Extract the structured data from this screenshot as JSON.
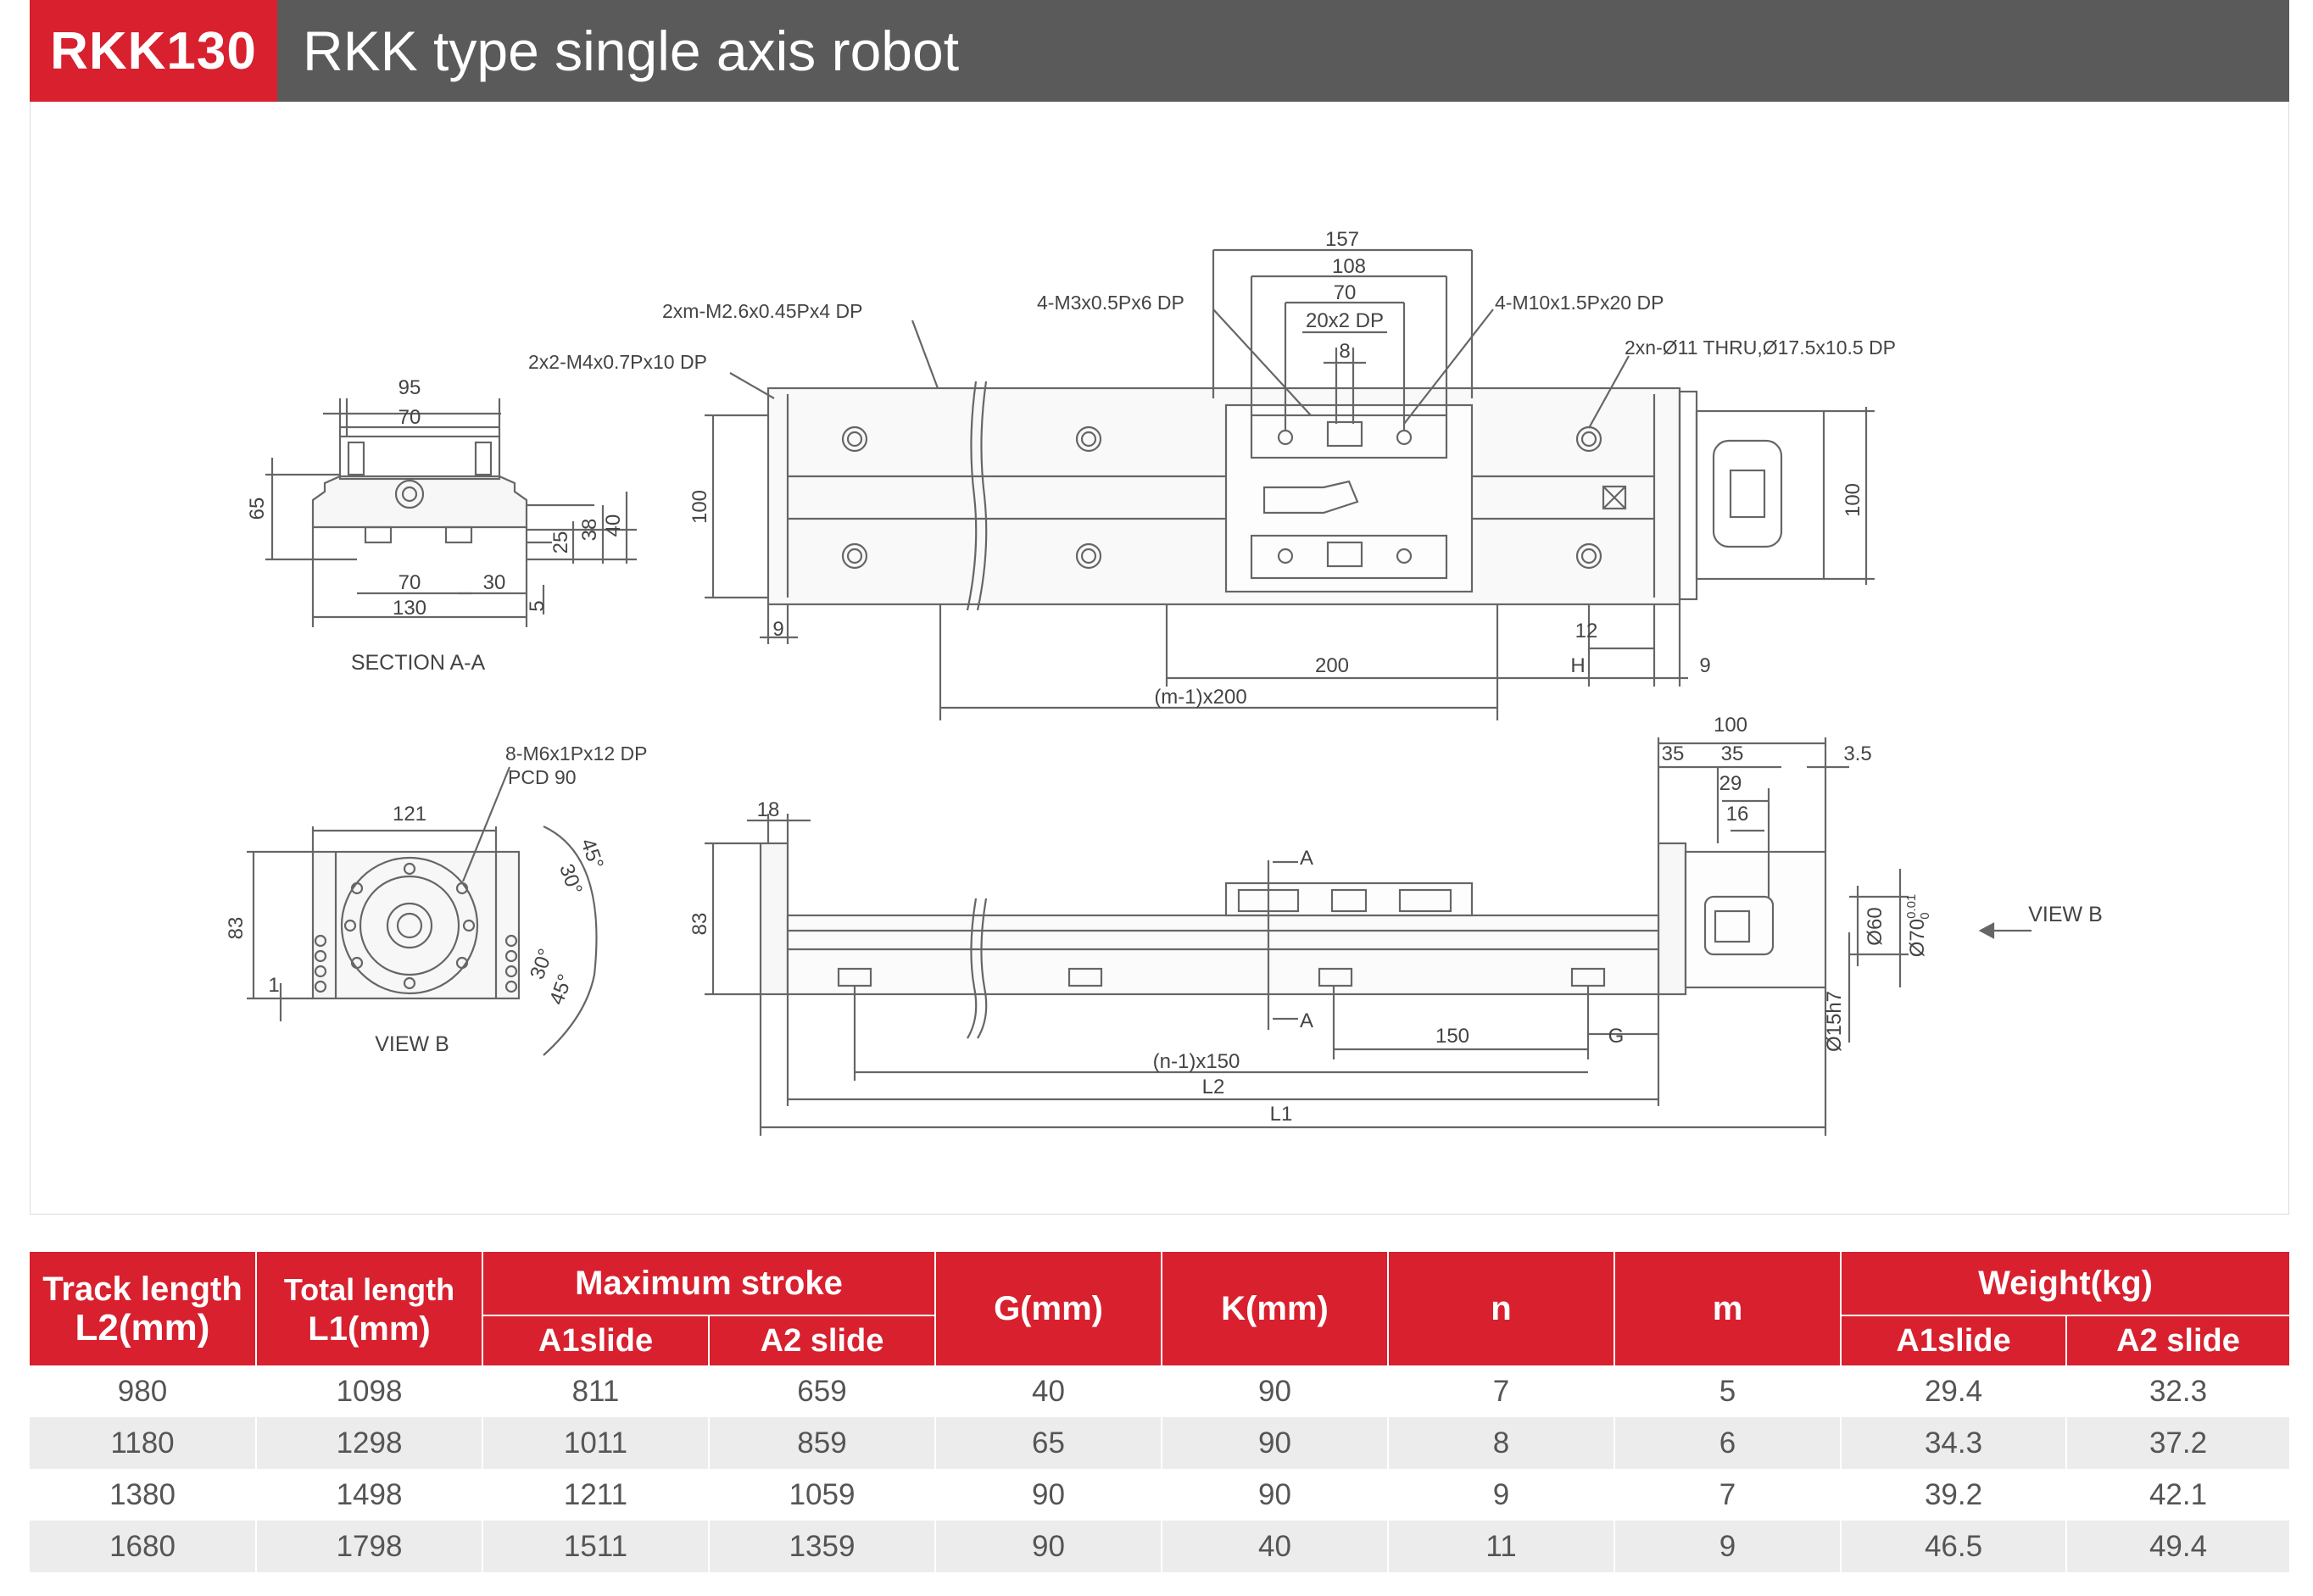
{
  "header": {
    "model": "RKK130",
    "title": "RKK type single axis robot"
  },
  "drawing": {
    "section_aa": {
      "caption": "SECTION A-A",
      "dims": [
        "95",
        "70",
        "65",
        "25",
        "38",
        "40",
        "70",
        "30",
        "130",
        "5"
      ]
    },
    "top_view": {
      "dims": [
        "157",
        "108",
        "70",
        "20x2 DP",
        "8",
        "100",
        "100",
        "9",
        "200",
        "12",
        "H",
        "9",
        "(m-1)x200"
      ],
      "callouts": [
        "2xm-M2.6x0.45Px4 DP",
        "2x2-M4x0.7Px10 DP",
        "4-M3x0.5Px6 DP",
        "4-M10x1.5Px20 DP",
        "2xn-Ø11 THRU,Ø17.5x10.5 DP"
      ]
    },
    "view_b": {
      "caption": "VIEW B",
      "dims": [
        "121",
        "83",
        "1",
        "30°",
        "45°",
        "30°",
        "45°"
      ],
      "callouts": [
        "8-M6x1Px12 DP",
        "PCD 90"
      ]
    },
    "side_view": {
      "dims": [
        "18",
        "83",
        "150",
        "G",
        "(n-1)x150",
        "L2",
        "L1",
        "100",
        "35",
        "35",
        "29",
        "16",
        "3.5",
        "Ø60",
        "Ø15h7"
      ],
      "phi70": "Ø70",
      "phi70_tol_upper": "0.01",
      "phi70_tol_lower": "0",
      "section_marks": [
        "A",
        "A"
      ],
      "view_label": "VIEW B"
    }
  },
  "table": {
    "headers": {
      "track_length": "Track length",
      "track_length_unit": "L2(mm)",
      "total_length": "Total length",
      "total_length_unit": "L1(mm)",
      "max_stroke": "Maximum stroke",
      "g": "G(mm)",
      "k": "K(mm)",
      "n": "n",
      "m": "m",
      "weight": "Weight(kg)",
      "a1_slide": "A1slide",
      "a2_slide": "A2 slide"
    },
    "rows": [
      {
        "l2": "980",
        "l1": "1098",
        "a1": "811",
        "a2": "659",
        "g": "40",
        "k": "90",
        "n": "7",
        "m": "5",
        "w1": "29.4",
        "w2": "32.3"
      },
      {
        "l2": "1180",
        "l1": "1298",
        "a1": "1011",
        "a2": "859",
        "g": "65",
        "k": "90",
        "n": "8",
        "m": "6",
        "w1": "34.3",
        "w2": "37.2"
      },
      {
        "l2": "1380",
        "l1": "1498",
        "a1": "1211",
        "a2": "1059",
        "g": "90",
        "k": "90",
        "n": "9",
        "m": "7",
        "w1": "39.2",
        "w2": "42.1"
      },
      {
        "l2": "1680",
        "l1": "1798",
        "a1": "1511",
        "a2": "1359",
        "g": "90",
        "k": "40",
        "n": "11",
        "m": "9",
        "w1": "46.5",
        "w2": "49.4"
      }
    ]
  }
}
